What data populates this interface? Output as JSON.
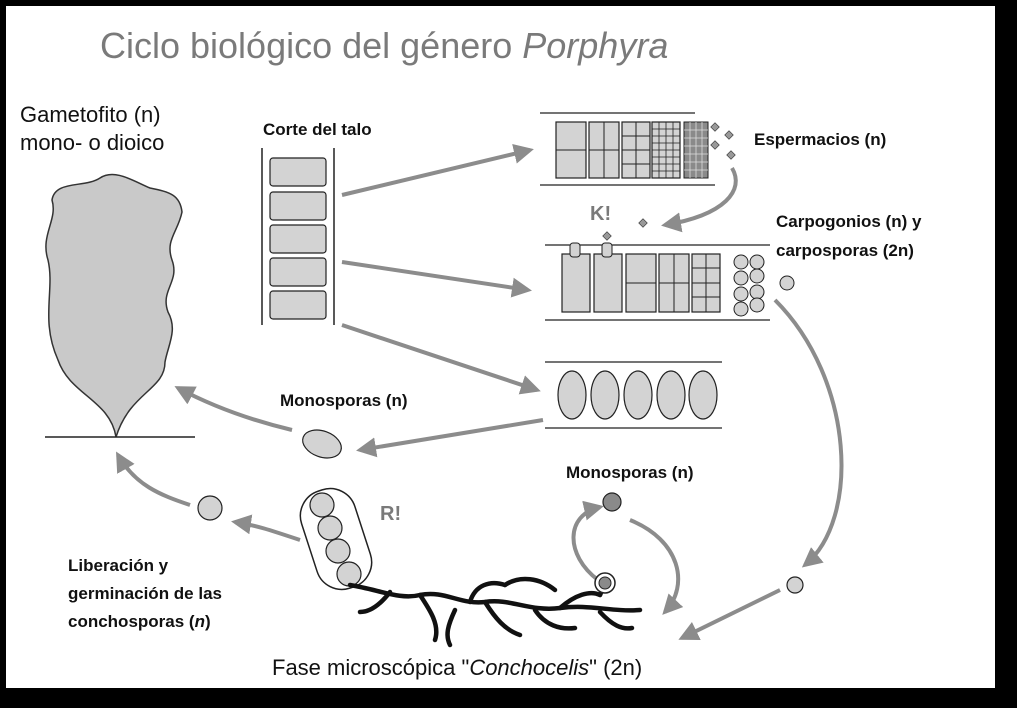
{
  "title": {
    "main": "Ciclo biológico del género ",
    "genus": "Porphyra"
  },
  "labels": {
    "gametophyte_line1": "Gametofito (n)",
    "gametophyte_line2": "mono- o dioico",
    "thallus_section": "Corte del talo",
    "spermatia": "Espermacios (n)",
    "fertilization": "K!",
    "carpogonia_line1": "Carpogonios (n) y",
    "carpogonia_line2": "carposporas (2n)",
    "monospores_left": "Monosporas (n)",
    "monospores_right": "Monosporas (n)",
    "meiosis": "R!",
    "release_line1": "Liberación y",
    "release_line2": "germinación de las",
    "release_line3_pre": "conchosporas (",
    "release_line3_n": "n",
    "release_line3_post": ")",
    "phase_pre": "Fase microscópica \"",
    "phase_name": "Conchocelis",
    "phase_post": "\" (2n)"
  },
  "colors": {
    "arrow": "#8c8c8c",
    "cell_fill": "#d3d3d3",
    "dark_fill": "#8a8a8a",
    "outline": "#222222",
    "title": "#7a7a7a"
  }
}
